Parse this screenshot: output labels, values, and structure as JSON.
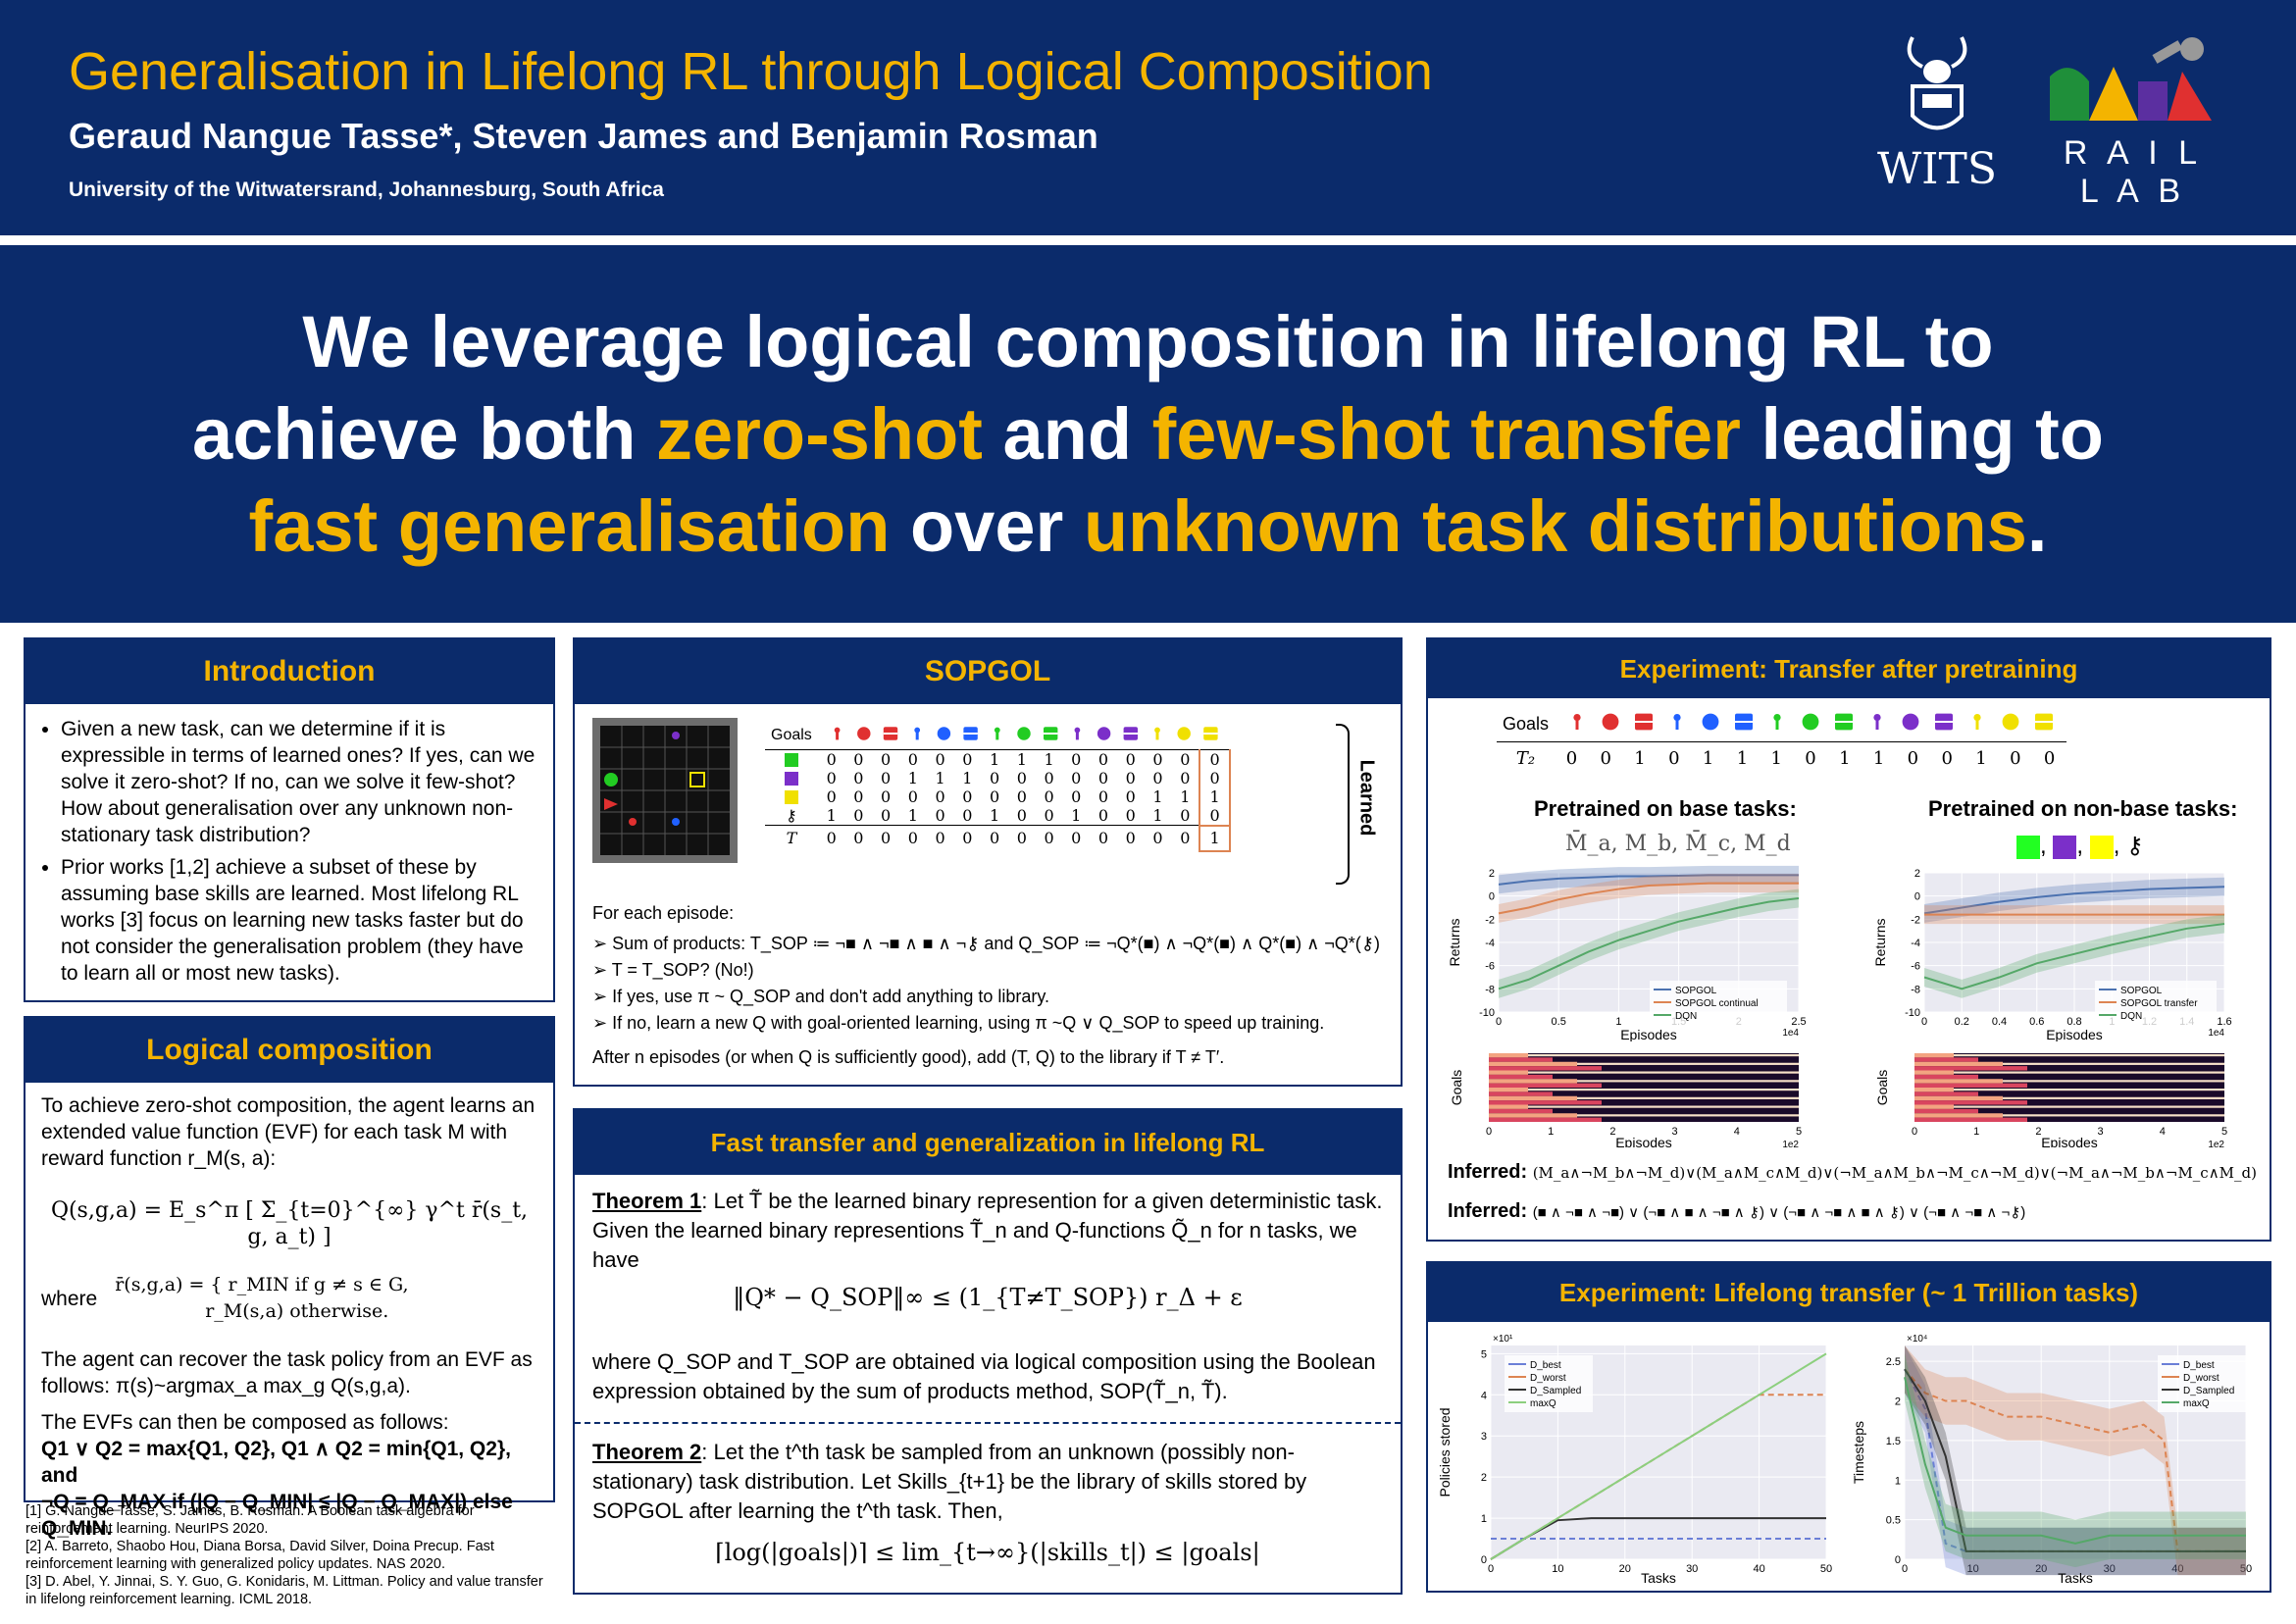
{
  "header": {
    "title": "Generalisation in Lifelong RL through Logical Composition",
    "authors_1": "Geraud Nangue Tasse*, Steven James",
    "authors_2": "and Benjamin Rosman",
    "affiliation": "University of the Witwatersrand, Johannesburg, South Africa",
    "wits_logo": "WITS",
    "rail_logo_1": "R A I L",
    "rail_logo_2": "L A B"
  },
  "banner": {
    "line1": "We leverage logical composition in lifelong RL to",
    "line2_a": "achieve both ",
    "line2_b": "zero-shot",
    "line2_c": " and ",
    "line2_d": "few-shot transfer",
    "line2_e": " leading to",
    "line3_a": "fast generalisation",
    "line3_b": " over ",
    "line3_c": "unknown task distributions",
    "line3_d": "."
  },
  "introduction": {
    "heading": "Introduction",
    "bullet1": "Given a new task, can we determine if it is expressible in terms of learned ones? If yes, can we solve it zero-shot? If no, can we solve it few-shot? How about generalisation over any unknown non-stationary task distribution?",
    "bullet2": "Prior works [1,2] achieve a subset of these by assuming base skills are learned. Most lifelong RL works [3] focus on learning new tasks faster but do not consider the generalisation problem (they have to learn all or most new tasks)."
  },
  "logical": {
    "heading": "Logical composition",
    "p1": "To achieve zero-shot composition, the agent learns an extended value function (EVF) for each task M with reward function r_M(s, a):",
    "eq1": "Q(s,g,a) = E_s^π [ Σ_{t=0}^{∞} γ^t r̄(s_t, g, a_t) ]",
    "where": "where",
    "eq2a": "r̄(s,g,a) = { r_MIN   if g ≠ s ∈ G,",
    "eq2b": "r_M(s,a)   otherwise.",
    "p2": "The agent can recover the task policy from an EVF as follows: π(s)~argmax_a max_g Q(s,g,a).",
    "p3": "The EVFs can then be composed as follows:",
    "p4": "Q1 ∨ Q2 = max{Q1, Q2}, Q1 ∧ Q2 = min{Q1, Q2}, and",
    "p5": "¬Q = Q_MAX if (|Q − Q_MIN| ≤ |Q − Q_MAX|) else Q_MIN."
  },
  "references": {
    "r1": "[1] G. Nangue Tasse, S. James, B. Rosman. A Boolean task algebra for reinforcement learning. NeurIPS 2020.",
    "r2": "[2] A. Barreto, Shaobo Hou, Diana Borsa, David Silver, Doina Precup. Fast reinforcement learning with generalized policy updates. NAS 2020.",
    "r3": "[3] D. Abel, Y. Jinnai, S. Y. Guo, G. Konidaris, M. Littman. Policy and value transfer in lifelong reinforcement learning. ICML 2018."
  },
  "sopgol": {
    "heading": "SOPGOL",
    "goals_label": "Goals",
    "learned_label": "Learned",
    "t_label": "T",
    "rows": [
      {
        "color": "#22cc22",
        "values": [
          0,
          0,
          0,
          0,
          0,
          0,
          1,
          1,
          1,
          0,
          0,
          0,
          0,
          0,
          0
        ]
      },
      {
        "color": "#7b2fc9",
        "values": [
          0,
          0,
          0,
          1,
          1,
          1,
          0,
          0,
          0,
          0,
          0,
          0,
          0,
          0,
          0
        ]
      },
      {
        "color": "#f0e000",
        "values": [
          0,
          0,
          0,
          0,
          0,
          0,
          0,
          0,
          0,
          0,
          0,
          0,
          1,
          1,
          1
        ]
      },
      {
        "color": "#aaaaaa",
        "values": [
          1,
          0,
          0,
          1,
          0,
          0,
          1,
          0,
          0,
          1,
          0,
          0,
          1,
          0,
          0
        ]
      }
    ],
    "t_values": [
      0,
      0,
      0,
      0,
      0,
      0,
      0,
      0,
      0,
      0,
      0,
      0,
      0,
      0,
      1
    ],
    "episode_intro": "For each episode:",
    "step1": "➢ Sum of products: T_SOP ≔ ¬■ ∧ ¬■ ∧ ■ ∧ ¬⚷  and Q_SOP ≔ ¬Q*(■) ∧ ¬Q*(■) ∧ Q*(■) ∧ ¬Q*(⚷)",
    "step2": "➢ T = T_SOP? (No!)",
    "step3": "➢ If yes, use π ~ Q_SOP and don't add anything to library.",
    "step4": "➢ If no, learn a new Q with goal-oriented learning, using π ~Q ∨ Q_SOP to speed up training.",
    "after": "After n episodes (or when Q is sufficiently good), add (T, Q) to the library if T ≠ T′."
  },
  "fast": {
    "heading": "Fast transfer and generalization in lifelong RL",
    "th1_label": "Theorem 1",
    "th1_text": ": Let T̃ be the learned binary represention for a given deterministic task. Given the learned binary representions T̃_n and Q-functions Q̃_n for n tasks, we have",
    "th1_eq": "‖Q* − Q_SOP‖∞ ≤ (1_{T≠T_SOP}) r_Δ + ε",
    "th1_where": "where Q_SOP and T_SOP are obtained via logical composition using the Boolean expression obtained by the sum of products method, SOP(T̃_n, T̃).",
    "th2_label": "Theorem 2",
    "th2_text": ": Let the t^th task be sampled from an unknown (possibly non-stationary) task distribution. Let Skills_{t+1} be the library of skills stored by SOPGOL after learning the t^th task. Then,",
    "th2_eq": "⌈log(|goals|)⌉ ≤ lim_{t→∞}(|skills_t|) ≤ |goals|"
  },
  "exp1": {
    "heading": "Experiment: Transfer after pretraining",
    "goals_label": "Goals",
    "t2_label": "T₂",
    "t2_values": [
      0,
      0,
      1,
      0,
      1,
      1,
      1,
      0,
      1,
      1,
      0,
      0,
      1,
      0,
      0
    ],
    "left_title": "Pretrained on base tasks:",
    "left_sub": "M̄_a, M_b, M̄_c, M_d",
    "right_title": "Pretrained on non-base tasks:",
    "inferred_label": "Inferred:",
    "inferred1": "(M_a∧¬M_b∧¬M_d)∨(M_a∧M_c∧M_d)∨(¬M_a∧M_b∧¬M_c∧¬M_d)∨(¬M_a∧¬M_b∧¬M_c∧M_d)",
    "inferred2": "(■ ∧ ¬■ ∧ ¬■) ∨ (¬■ ∧ ■ ∧ ¬■ ∧ ⚷) ∨ (¬■ ∧ ¬■ ∧ ■ ∧ ⚷) ∨ (¬■ ∧ ¬■ ∧ ¬⚷)",
    "ylabel": "Returns",
    "xlabel": "Episodes",
    "heat_ylabel": "Goals",
    "left_xscale": "1e4",
    "right_xscale": "1e4",
    "heat_xscale": "1e2",
    "left_legend": [
      "SOPGOL",
      "SOPGOL continual",
      "DQN"
    ],
    "right_legend": [
      "SOPGOL",
      "SOPGOL transfer",
      "DQN"
    ]
  },
  "exp2": {
    "heading": "Experiment: Lifelong transfer (~ 1 Trillion tasks)",
    "left_ylabel": "Policies stored",
    "right_ylabel": "Timesteps",
    "xlabel": "Tasks",
    "left_legend": [
      "D_best",
      "D_worst",
      "D_Sampled",
      "maxQ"
    ],
    "right_legend": [
      "D_best",
      "D_worst",
      "D_Sampled",
      "maxQ"
    ],
    "left_scale": "×10¹",
    "right_scale": "×10⁴"
  },
  "chart_data": [
    {
      "type": "line",
      "title": "Pretrained on base tasks:",
      "xlabel": "Episodes",
      "ylabel": "Returns",
      "xlim": [
        0,
        2.5
      ],
      "ylim": [
        -10,
        2
      ],
      "x": [
        0,
        0.25,
        0.5,
        0.75,
        1.0,
        1.25,
        1.5,
        1.75,
        2.0,
        2.25,
        2.5
      ],
      "series": [
        {
          "name": "SOPGOL",
          "color": "#4c72b0",
          "values": [
            1.0,
            1.3,
            1.5,
            1.6,
            1.7,
            1.7,
            1.75,
            1.8,
            1.8,
            1.8,
            1.8
          ]
        },
        {
          "name": "SOPGOL continual",
          "color": "#dd8452",
          "values": [
            -1.5,
            -1.0,
            -0.3,
            0.2,
            0.6,
            0.9,
            1.0,
            1.1,
            1.1,
            1.1,
            1.1
          ]
        },
        {
          "name": "DQN",
          "color": "#55a868",
          "values": [
            -8.0,
            -7.2,
            -6.0,
            -4.8,
            -3.8,
            -3.0,
            -2.2,
            -1.6,
            -1.0,
            -0.5,
            -0.2
          ]
        }
      ]
    },
    {
      "type": "line",
      "title": "Pretrained on non-base tasks:",
      "xlabel": "Episodes",
      "ylabel": "Returns",
      "xlim": [
        0,
        1.6
      ],
      "ylim": [
        -10,
        2
      ],
      "x": [
        0,
        0.2,
        0.4,
        0.6,
        0.8,
        1.0,
        1.2,
        1.4,
        1.6
      ],
      "series": [
        {
          "name": "SOPGOL",
          "color": "#4c72b0",
          "values": [
            -1.5,
            -1.0,
            -0.5,
            -0.1,
            0.2,
            0.4,
            0.6,
            0.7,
            0.8
          ]
        },
        {
          "name": "SOPGOL transfer",
          "color": "#dd8452",
          "values": [
            -1.6,
            -1.6,
            -1.6,
            -1.6,
            -1.6,
            -1.6,
            -1.6,
            -1.6,
            -1.6
          ]
        },
        {
          "name": "DQN",
          "color": "#55a868",
          "values": [
            -7.0,
            -8.0,
            -7.0,
            -5.8,
            -5.0,
            -4.2,
            -3.5,
            -2.8,
            -2.4
          ]
        }
      ]
    },
    {
      "type": "line",
      "xlabel": "Tasks",
      "ylabel": "Policies stored",
      "xlim": [
        0,
        50
      ],
      "x": [
        0,
        5,
        10,
        15,
        20,
        25,
        30,
        35,
        40,
        45,
        50
      ],
      "series": [
        {
          "name": "D_best",
          "color": "#6b7fd7",
          "values": [
            0.5,
            0.5,
            0.5,
            0.5,
            0.5,
            0.5,
            0.5,
            0.5,
            0.5,
            0.5,
            0.5
          ]
        },
        {
          "name": "D_worst",
          "color": "#dd8452",
          "values": [
            0,
            0.5,
            1.0,
            1.5,
            2.0,
            2.5,
            3.0,
            3.5,
            4.0,
            4.0,
            4.0
          ]
        },
        {
          "name": "D_Sampled",
          "color": "#333333",
          "values": [
            0,
            0.5,
            0.95,
            1.0,
            1.0,
            1.0,
            1.0,
            1.0,
            1.0,
            1.0,
            1.0
          ]
        },
        {
          "name": "maxQ",
          "color": "#8ccf7e",
          "values": [
            0,
            0.5,
            1.0,
            1.5,
            2.0,
            2.5,
            3.0,
            3.5,
            4.0,
            4.5,
            5.0
          ]
        }
      ]
    },
    {
      "type": "line",
      "xlabel": "Tasks",
      "ylabel": "Timesteps",
      "xlim": [
        0,
        50
      ],
      "ylim": [
        0,
        2.7
      ],
      "x": [
        0,
        3,
        6,
        9,
        12,
        15,
        20,
        25,
        30,
        35,
        38,
        40,
        45,
        50
      ],
      "series": [
        {
          "name": "D_best",
          "color": "#6b7fd7",
          "values": [
            2.4,
            1.9,
            0.2,
            0.1,
            0.1,
            0.1,
            0.1,
            0.1,
            0.1,
            0.1,
            0.1,
            0.1,
            0.1,
            0.1
          ]
        },
        {
          "name": "D_worst",
          "color": "#dd8452",
          "values": [
            2.4,
            2.1,
            2.0,
            2.0,
            1.9,
            1.8,
            1.8,
            1.7,
            1.6,
            1.7,
            1.5,
            0.1,
            0.1,
            0.1
          ]
        },
        {
          "name": "D_Sampled",
          "color": "#333333",
          "values": [
            2.4,
            2.0,
            1.3,
            0.1,
            0.1,
            0.1,
            0.1,
            0.1,
            0.1,
            0.1,
            0.1,
            0.1,
            0.1,
            0.1
          ]
        },
        {
          "name": "maxQ",
          "color": "#55a868",
          "values": [
            2.3,
            1.2,
            0.4,
            0.3,
            0.3,
            0.3,
            0.3,
            0.2,
            0.3,
            0.3,
            0.3,
            0.3,
            0.3,
            0.3
          ]
        }
      ]
    }
  ]
}
